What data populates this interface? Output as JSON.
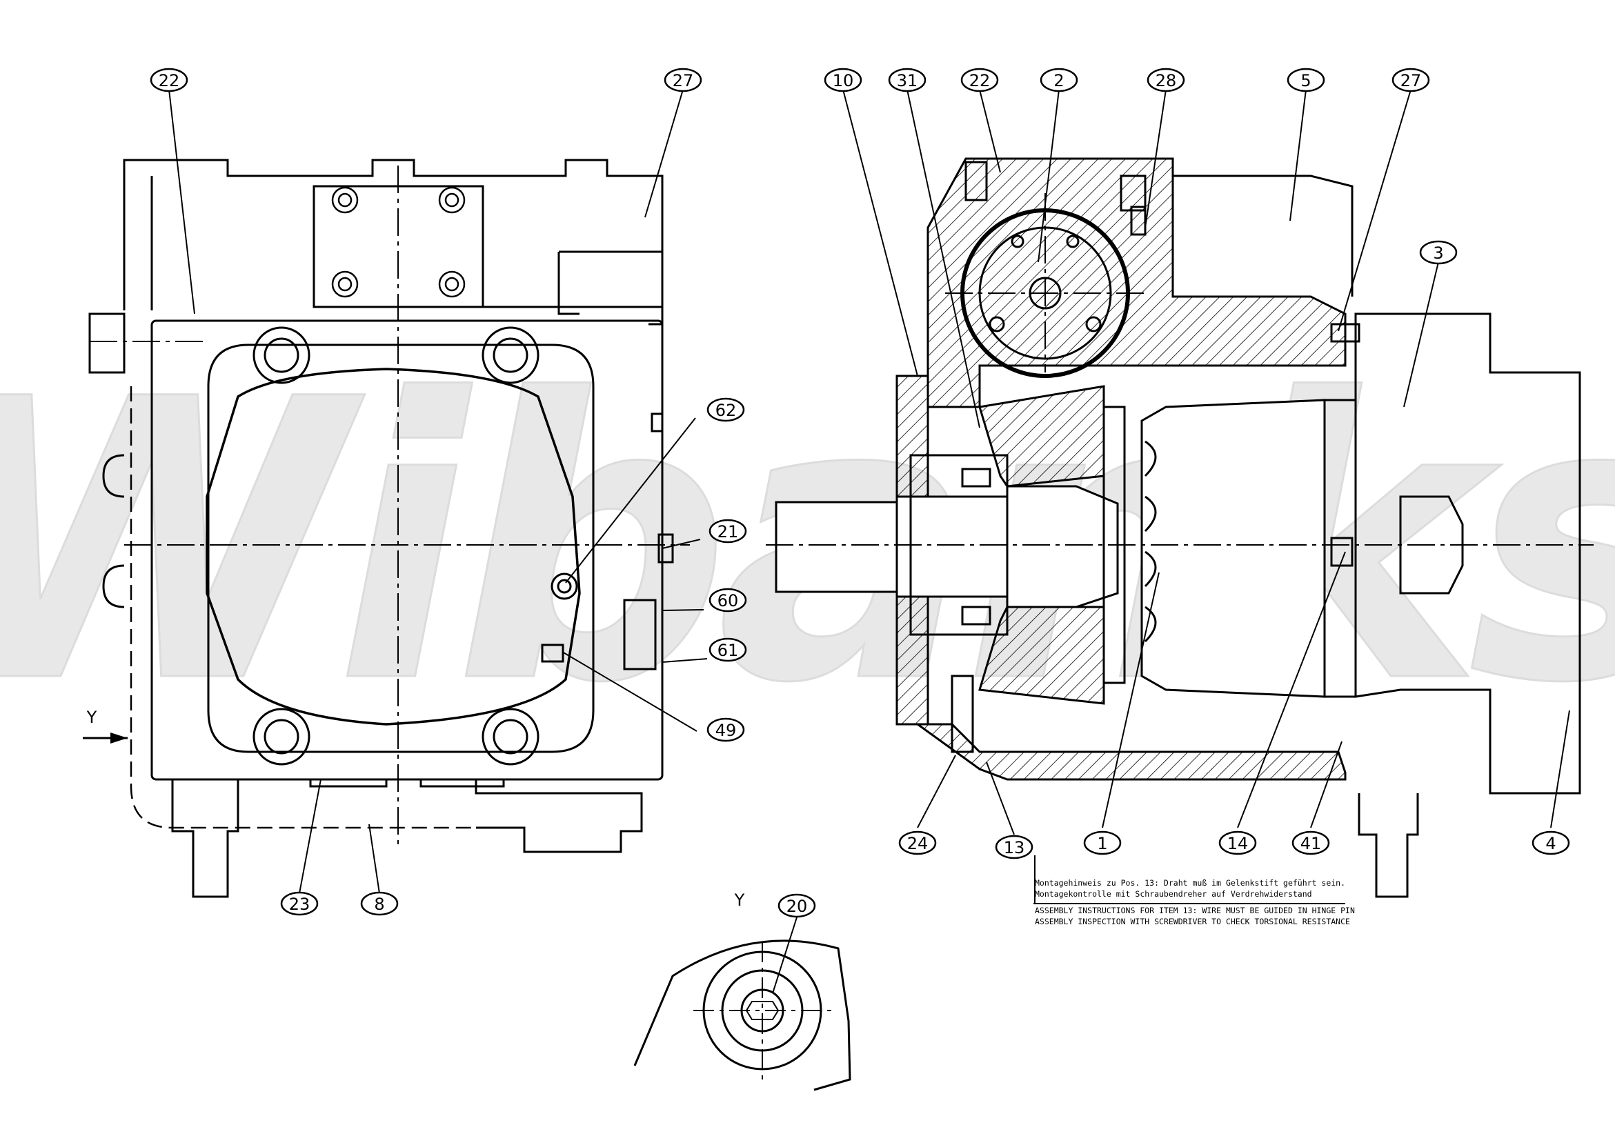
{
  "watermark": "Wibanks",
  "view_label": "Y",
  "detail_label": "Y",
  "callouts": {
    "c22a": "22",
    "c27a": "27",
    "c62": "62",
    "c21": "21",
    "c60": "60",
    "c61": "61",
    "c49": "49",
    "c23": "23",
    "c8": "8",
    "c10": "10",
    "c31": "31",
    "c22b": "22",
    "c2": "2",
    "c28": "28",
    "c5": "5",
    "c27b": "27",
    "c3": "3",
    "c24": "24",
    "c13": "13",
    "c1": "1",
    "c14": "14",
    "c41": "41",
    "c4": "4",
    "c20": "20"
  },
  "notes": {
    "de_line1": "Montagehinweis zu Pos. 13: Draht muß im Gelenkstift geführt sein.",
    "de_line2": "Montagekontrolle mit Schraubendreher auf Verdrehwiderstand",
    "en_line1": "ASSEMBLY INSTRUCTIONS FOR ITEM 13: WIRE MUST BE GUIDED IN HINGE PIN",
    "en_line2": "ASSEMBLY INSPECTION WITH SCREWDRIVER TO CHECK TORSIONAL RESISTANCE"
  },
  "colors": {
    "line": "#000000",
    "background": "#ffffff",
    "watermark": "#e6e6e6"
  }
}
